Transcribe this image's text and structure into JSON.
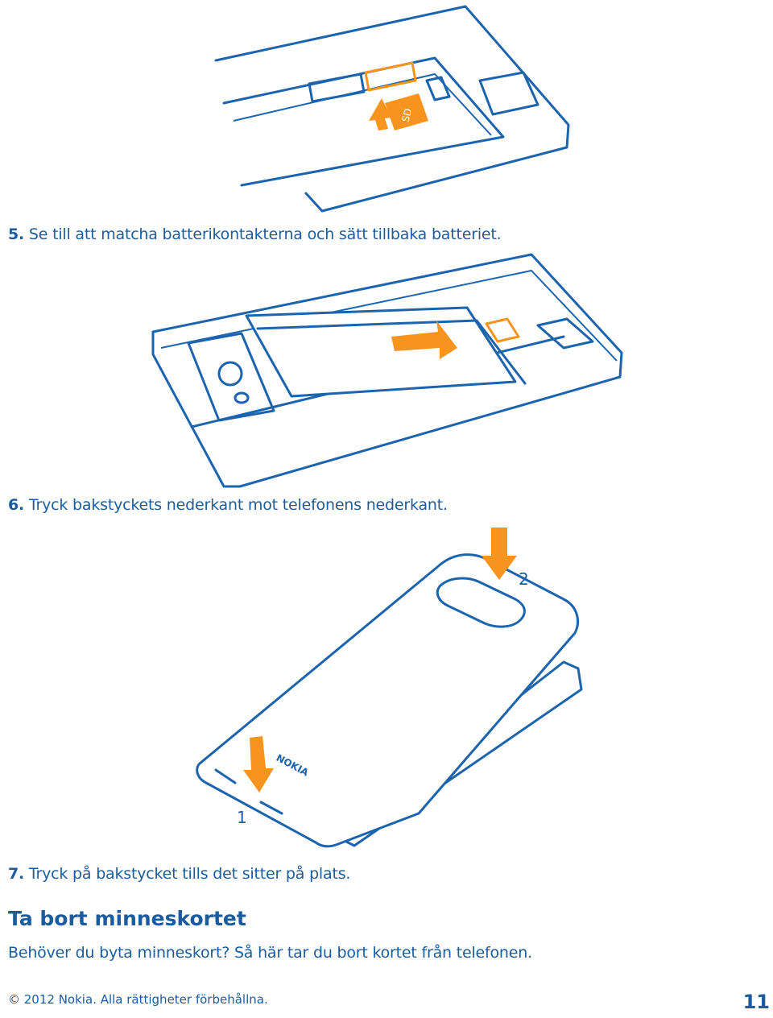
{
  "steps": [
    {
      "number": "5.",
      "text": "Se till att matcha batterikontakterna och sätt tillbaka batteriet."
    },
    {
      "number": "6.",
      "text": "Tryck bakstyckets nederkant mot telefonens nederkant."
    },
    {
      "number": "7.",
      "text": "Tryck på bakstycket tills det sitter på plats."
    }
  ],
  "section": {
    "heading": "Ta bort minneskortet",
    "body": "Behöver du byta minneskort? Så här tar du bort kortet från telefonen."
  },
  "illustrations": {
    "back_cover_labels": {
      "bottom": "1",
      "top": "2"
    },
    "logo_text": "NOKIA",
    "sd_card_text": "SD"
  },
  "footer": {
    "copyright": "© 2012 Nokia. Alla rättigheter förbehållna.",
    "page_number": "11"
  },
  "colors": {
    "accent_blue": "#1a5c9e",
    "highlight_orange": "#f7941d"
  }
}
